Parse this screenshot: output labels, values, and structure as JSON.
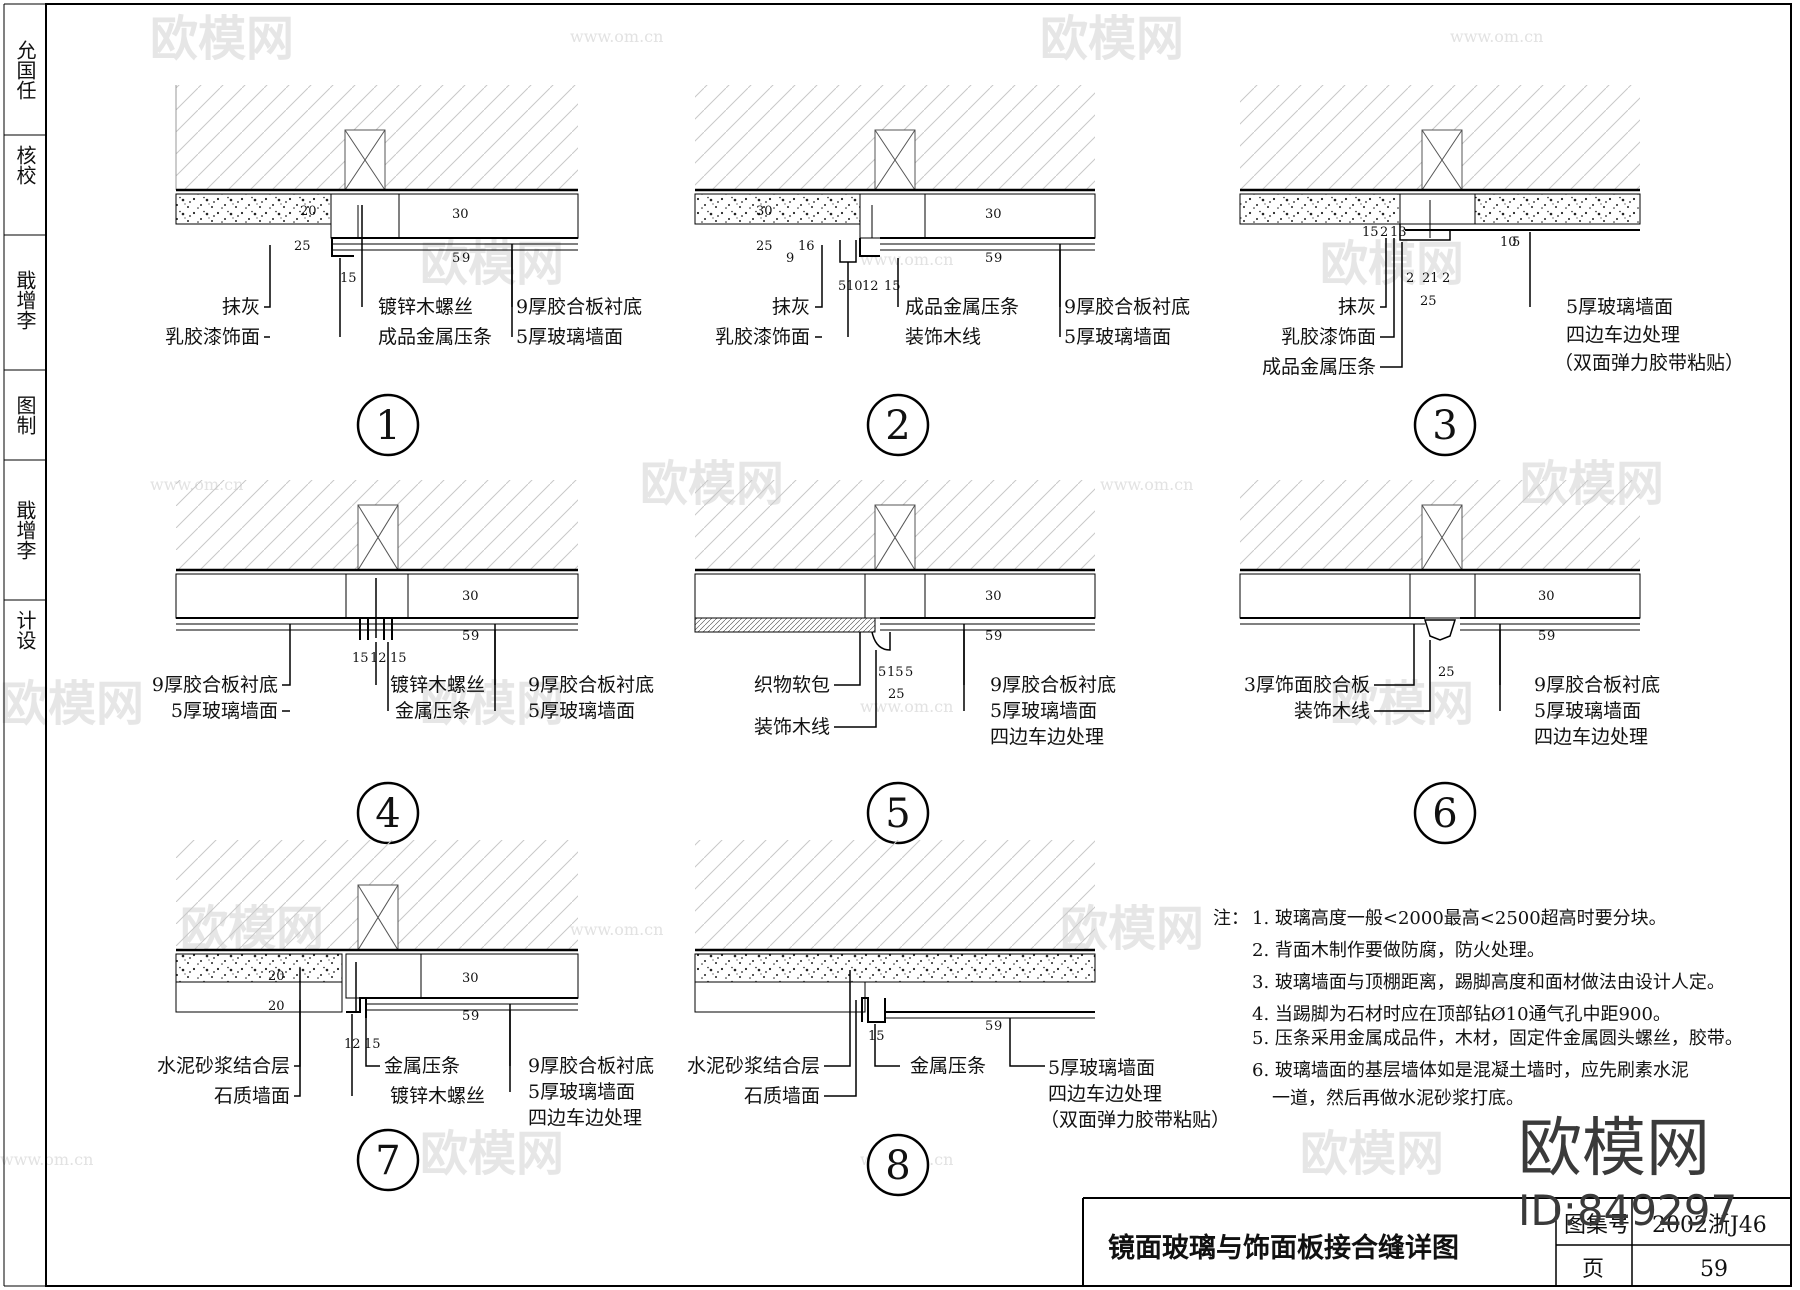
{
  "sidebar": {
    "items": [
      "允国任",
      "核校",
      "戢增李",
      "图制",
      "戢增李",
      "计设"
    ]
  },
  "watermark": {
    "logo": "欧模网",
    "url": "www.om.cn"
  },
  "details": [
    {
      "number": "1",
      "left_labels": [
        "抹灰",
        "乳胶漆饰面"
      ],
      "mid_labels": [
        "镀锌木螺丝",
        "成品金属压条"
      ],
      "right_labels": [
        "9厚胶合板衬底",
        "5厚玻璃墙面"
      ],
      "dims": [
        "20",
        "25",
        "30",
        "15",
        "5",
        "9"
      ]
    },
    {
      "number": "2",
      "left_labels": [
        "抹灰",
        "乳胶漆饰面"
      ],
      "mid_labels": [
        "成品金属压条",
        "装饰木线"
      ],
      "right_labels": [
        "9厚胶合板衬底",
        "5厚玻璃墙面"
      ],
      "dims": [
        "30",
        "25",
        "9",
        "16",
        "5",
        "10",
        "12",
        "15",
        "30",
        "5",
        "9"
      ]
    },
    {
      "number": "3",
      "left_labels": [
        "抹灰",
        "乳胶漆饰面",
        "成品金属压条"
      ],
      "right_labels": [
        "5厚玻璃墙面",
        "四边车边处理",
        "（双面弹力胶带粘贴）"
      ],
      "dims": [
        "15",
        "2",
        "13",
        "2",
        "21",
        "2",
        "25",
        "10",
        "5"
      ]
    },
    {
      "number": "4",
      "left_labels": [
        "9厚胶合板衬底",
        "5厚玻璃墙面"
      ],
      "mid_labels": [
        "镀锌木螺丝",
        "金属压条"
      ],
      "right_labels": [
        "9厚胶合板衬底",
        "5厚玻璃墙面"
      ],
      "dims": [
        "15",
        "12",
        "15",
        "30",
        "5",
        "9"
      ]
    },
    {
      "number": "5",
      "left_labels": [
        "织物软包",
        "装饰木线"
      ],
      "right_labels": [
        "9厚胶合板衬底",
        "5厚玻璃墙面",
        "四边车边处理"
      ],
      "dims": [
        "5",
        "15",
        "5",
        "25",
        "30",
        "5",
        "9"
      ]
    },
    {
      "number": "6",
      "left_labels": [
        "3厚饰面胶合板",
        "装饰木线"
      ],
      "right_labels": [
        "9厚胶合板衬底",
        "5厚玻璃墙面",
        "四边车边处理"
      ],
      "dims": [
        "25",
        "30",
        "5",
        "9"
      ]
    },
    {
      "number": "7",
      "left_labels": [
        "水泥砂浆结合层",
        "石质墙面"
      ],
      "mid_labels": [
        "金属压条",
        "镀锌木螺丝"
      ],
      "right_labels": [
        "9厚胶合板衬底",
        "5厚玻璃墙面",
        "四边车边处理"
      ],
      "dims": [
        "20",
        "20",
        "12",
        "15",
        "30",
        "5",
        "9"
      ]
    },
    {
      "number": "8",
      "left_labels": [
        "水泥砂浆结合层",
        "石质墙面"
      ],
      "mid_labels": [
        "金属压条"
      ],
      "right_labels": [
        "5厚玻璃墙面",
        "四边车边处理",
        "（双面弹力胶带粘贴）"
      ],
      "dims": [
        "15",
        "5",
        "9"
      ]
    }
  ],
  "notes": {
    "prefix": "注：",
    "items": [
      "1. 玻璃高度一般<2000最高<2500超高时要分块。",
      "2. 背面木制作要做防腐，防火处理。",
      "3. 玻璃墙面与顶棚距离，踢脚高度和面材做法由设计人定。",
      "4. 当踢脚为石材时应在顶部钻Ø10通气孔中距900。",
      "5. 压条采用金属成品件，木材，固定件金属圆头螺丝，胶带。",
      "6. 玻璃墙面的基层墙体如是混凝土墙时，应先刷素水泥",
      "一道，然后再做水泥砂浆打底。"
    ]
  },
  "title_block": {
    "title": "镜面玻璃与饰面板接合缝详图",
    "atlas_label": "图集号",
    "atlas_value": "2002浙J46",
    "page_label": "页",
    "page_value": "59"
  },
  "brand": {
    "name": "欧模网",
    "id": "ID:849297"
  }
}
